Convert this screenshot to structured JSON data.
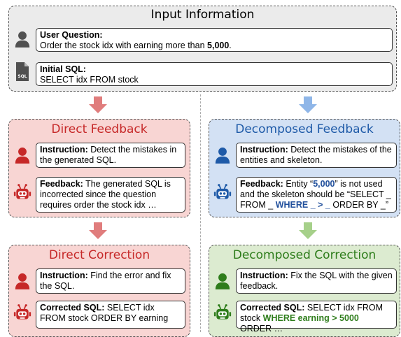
{
  "colors": {
    "input_bg": "#ebebeb",
    "direct_bg": "#f8d5d3",
    "direct_accent": "#c62828",
    "decomposed_feedback_bg": "#d3e1f4",
    "decomposed_accent": "#1e5aa8",
    "decomposed_correction_bg": "#dcebd0",
    "correction_accent": "#2e7d1b",
    "arrow_red": "#e07d7d",
    "arrow_blue": "#8fb6e8",
    "arrow_green": "#a6d08a"
  },
  "input": {
    "title": "Input Information",
    "question_label": "User Question:",
    "question_text": "Order the stock idx with earning more than ",
    "question_number": "5,000",
    "question_end": ".",
    "sql_label": "Initial SQL:",
    "sql_text": "SELECT idx FROM stock",
    "sql_icon_text": "SQL"
  },
  "direct_feedback": {
    "title": "Direct Feedback",
    "instruction_label": "Instruction:",
    "instruction_text": " Detect the mistakes in the generated SQL.",
    "feedback_label": "Feedback:",
    "feedback_text": " The generated SQL is incorrected since the question requires order the stock idx …"
  },
  "decomposed_feedback": {
    "title": "Decomposed Feedback",
    "instruction_label": "Instruction:",
    "instruction_text": " Detect the mistakes of the entities and skeleton.",
    "feedback_label": "Feedback:",
    "fb_1": " Entity “",
    "fb_entity": "5,000",
    "fb_2": "” is not used and the skeleton should be “SELECT _ FROM _ ",
    "fb_where": "WHERE _ > _",
    "fb_3": " ORDER BY _”"
  },
  "direct_correction": {
    "title": "Direct Correction",
    "instruction_label": "Instruction:",
    "instruction_text": " Find the error and fix the SQL.",
    "corrected_label": "Corrected SQL:",
    "corrected_text": " SELECT idx FROM stock ORDER BY earning"
  },
  "decomposed_correction": {
    "title": "Decomposed Correction",
    "instruction_label": "Instruction:",
    "instruction_text": " Fix the SQL with the given feedback.",
    "corrected_label": "Corrected SQL:",
    "cs_1": " SELECT idx FROM stock ",
    "cs_where": "WHERE earning > 5000",
    "cs_2": " ORDER …"
  },
  "icons": {
    "user": "user-icon",
    "sql_file": "sql-file-icon",
    "robot": "robot-icon",
    "arrow": "arrow-down-icon"
  }
}
